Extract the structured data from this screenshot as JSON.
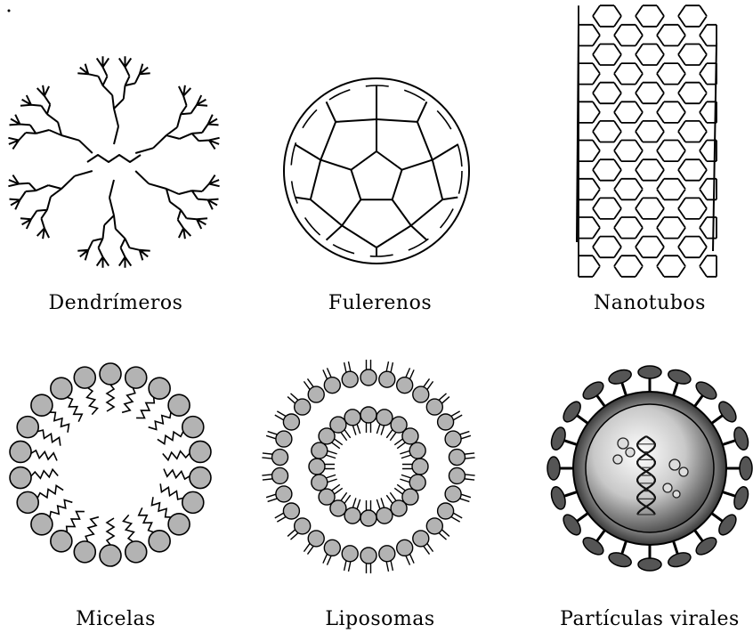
{
  "figures": [
    {
      "id": "dendrimer",
      "label": "Dendrímeros",
      "icon": "dendrimer-icon"
    },
    {
      "id": "fullerene",
      "label": "Fulerenos",
      "icon": "fullerene-icon"
    },
    {
      "id": "nanotube",
      "label": "Nanotubos",
      "icon": "nanotube-icon"
    },
    {
      "id": "micelle",
      "label": "Micelas",
      "icon": "micelle-icon"
    },
    {
      "id": "liposome",
      "label": "Liposomas",
      "icon": "liposome-icon"
    },
    {
      "id": "virus",
      "label": "Partículas virales",
      "icon": "viral-particle-icon"
    }
  ],
  "colors": {
    "stroke": "#000000",
    "head_fill": "#b3b3b3",
    "background": "#ffffff"
  }
}
